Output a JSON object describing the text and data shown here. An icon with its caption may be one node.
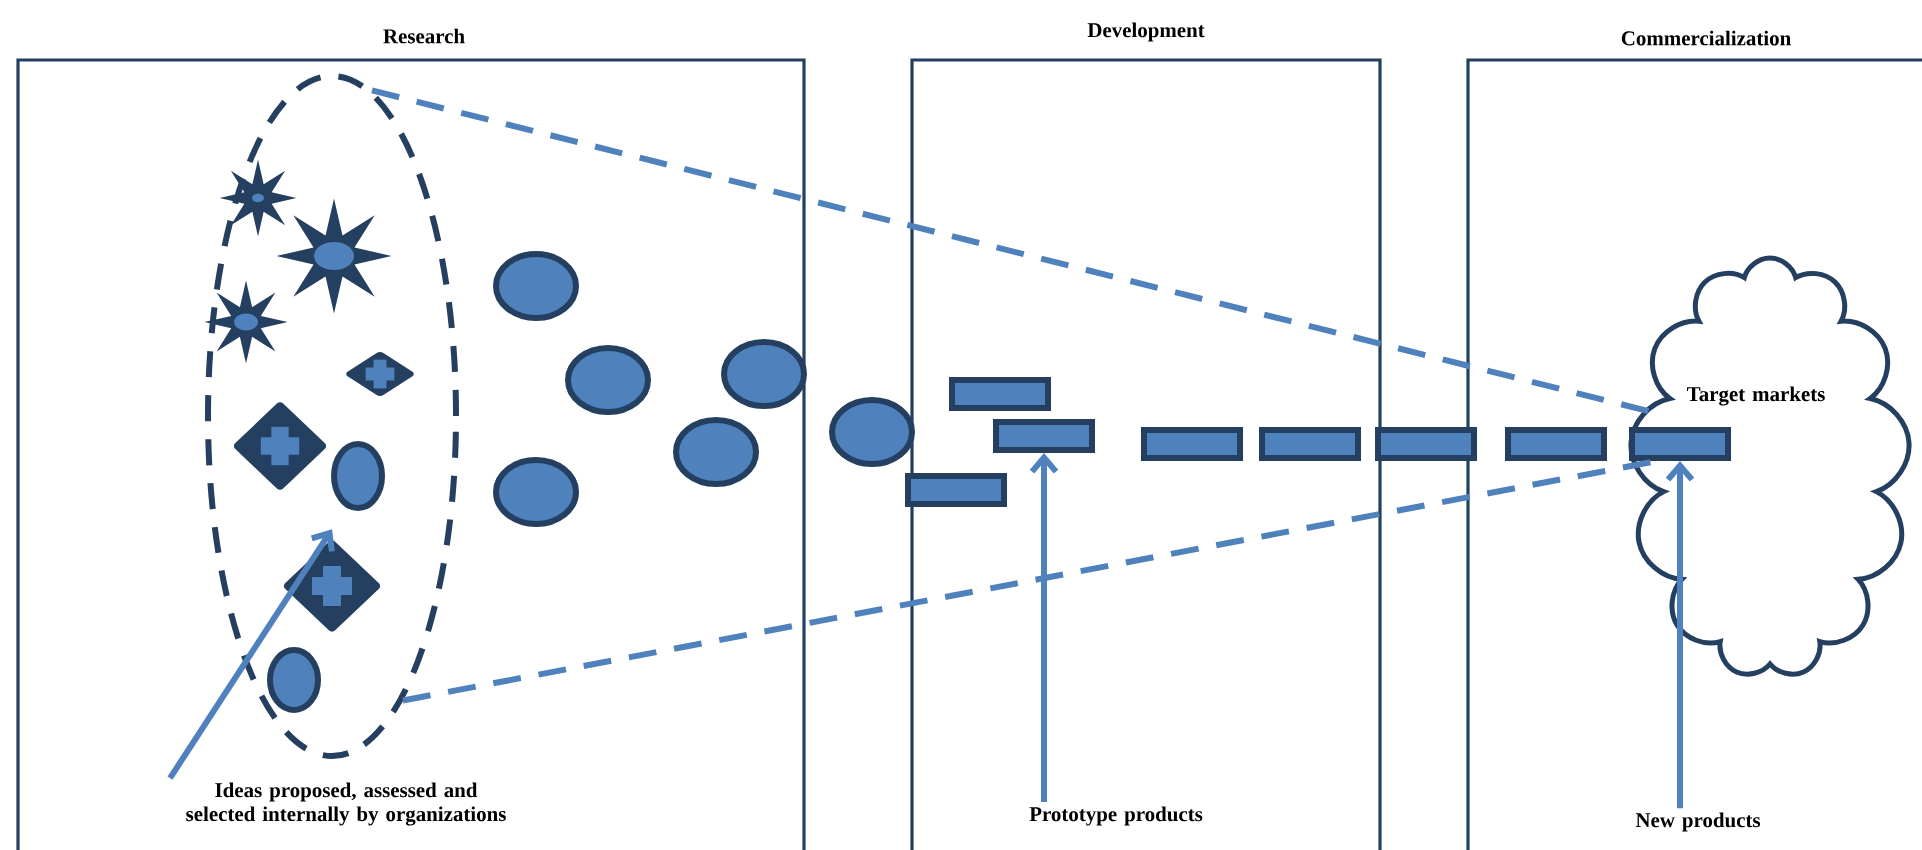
{
  "diagram": {
    "nodes": [
      {
        "text": [
          "Research"
        ]
      },
      {
        "text": [
          "Development"
        ]
      },
      {
        "text": [
          "Commercialization"
        ]
      },
      {
        "text": [
          "Ideas proposed, assessed and selected internally by organizations"
        ],
        "in": 0
      },
      {
        "text": [],
        "shape": "ellipse",
        "in": 0
      },
      {
        "text": [
          "Prototype products"
        ],
        "in": 1
      },
      {
        "text": [],
        "shape": "bar",
        "in": 1
      },
      {
        "text": [
          "New products"
        ],
        "in": 2
      },
      {
        "text": [
          "Target markets"
        ],
        "in": 2
      },
      {
        "text": [],
        "shape": "bar",
        "in": 8
      }
    ],
    "edges": [
      {
        "from": 3,
        "to": 4,
        "arrow": "to"
      },
      {
        "from": 5,
        "to": 6,
        "arrow": "to"
      },
      {
        "from": 7,
        "to": 9,
        "arrow": "to"
      },
      {
        "from": 4,
        "to": 8,
        "arrow": "none",
        "style": "dashed"
      },
      {
        "from": 4,
        "to": 8,
        "arrow": "none",
        "style": "dashed"
      }
    ]
  }
}
